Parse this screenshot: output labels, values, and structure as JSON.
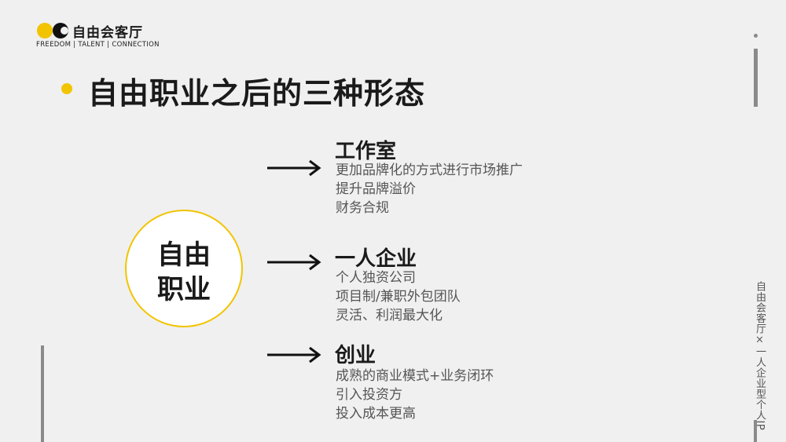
{
  "brand": {
    "name": "自由会客厅",
    "tagline": "FREEDOM | TALENT | CONNECTION",
    "colors": {
      "accent": "#f2c400",
      "dark": "#1a1a1a"
    }
  },
  "slide": {
    "title": "自由职业之后的三种形态",
    "center": {
      "line1": "自由",
      "line2": "职业"
    },
    "branches": [
      {
        "title": "工作室",
        "lines": [
          "更加品牌化的方式进行市场推广",
          "提升品牌溢价",
          "财务合规"
        ]
      },
      {
        "title": "一人企业",
        "lines": [
          "个人独资公司",
          "项目制/兼职外包团队",
          "灵活、利润最大化"
        ]
      },
      {
        "title": "创业",
        "lines": [
          "成熟的商业模式+业务闭环",
          "引入投资方",
          "投入成本更高"
        ]
      }
    ],
    "side_caption": "自由会客厅×一人企业型个人IP"
  }
}
